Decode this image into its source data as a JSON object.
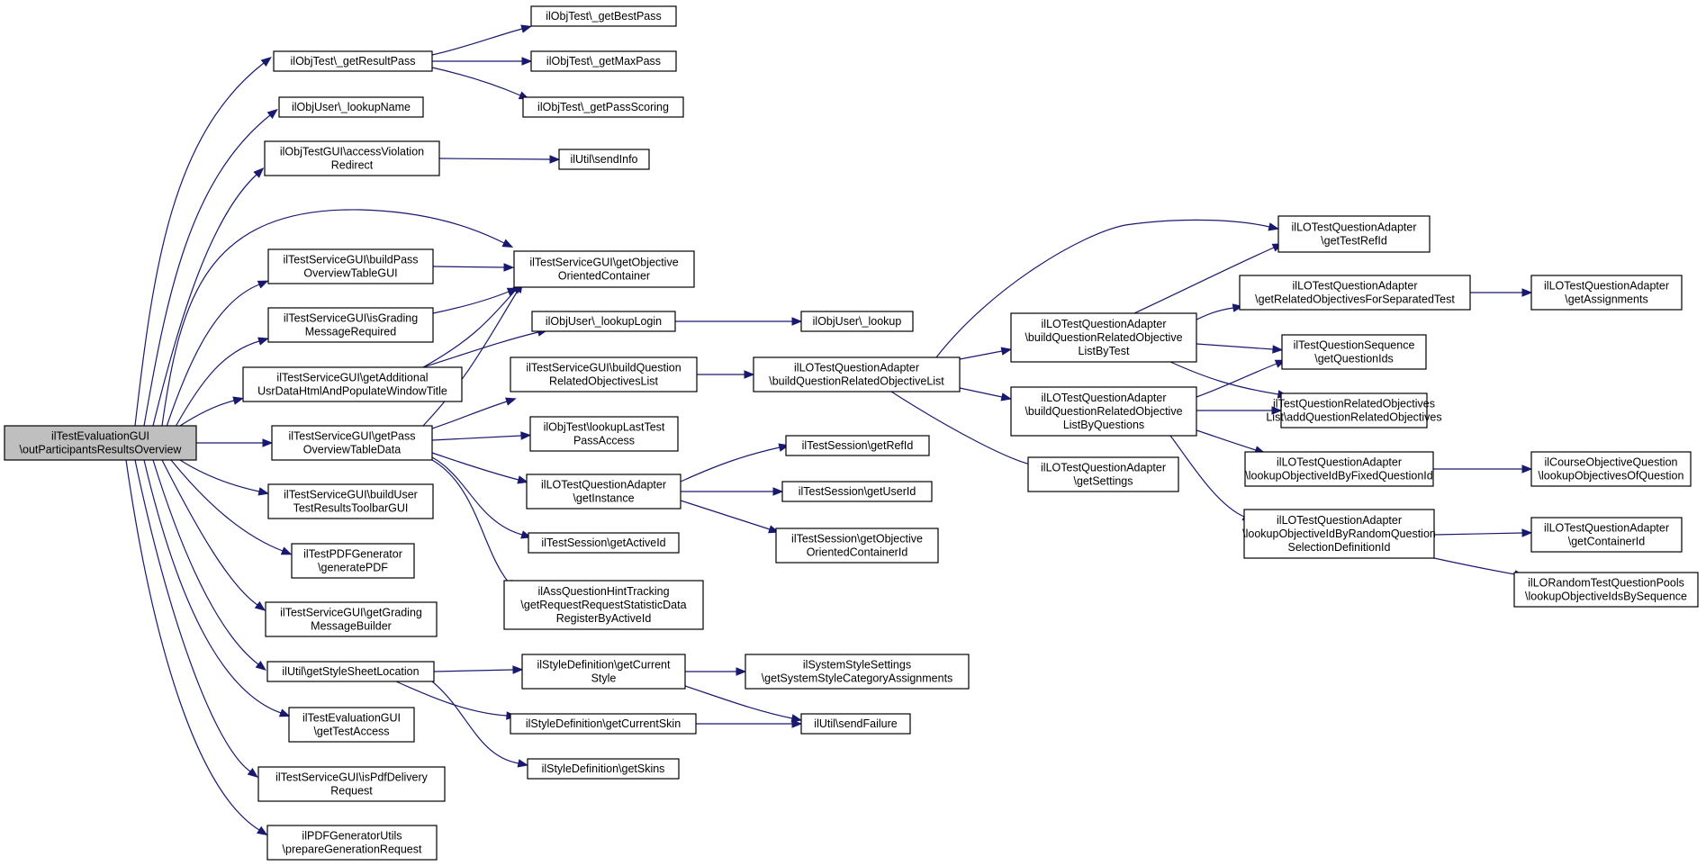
{
  "diagram": {
    "colors": {
      "edge": "#191970",
      "node_border": "#000000",
      "root_fill": "#bfbfbf",
      "node_fill": "#ffffff"
    },
    "nodes": [
      {
        "id": "root",
        "lines": [
          "ilTestEvaluationGUI",
          "\\outParticipantsResultsOverview"
        ]
      },
      {
        "id": "n1",
        "lines": [
          "ilObjTest\\_getResultPass"
        ]
      },
      {
        "id": "n2",
        "lines": [
          "ilObjUser\\_lookupName"
        ]
      },
      {
        "id": "n3",
        "lines": [
          "ilObjTestGUI\\accessViolation",
          "Redirect"
        ]
      },
      {
        "id": "n4",
        "lines": [
          "ilTestServiceGUI\\buildPass",
          "OverviewTableGUI"
        ]
      },
      {
        "id": "n5",
        "lines": [
          "ilTestServiceGUI\\isGrading",
          "MessageRequired"
        ]
      },
      {
        "id": "n6",
        "lines": [
          "ilTestServiceGUI\\getAdditional",
          "UsrDataHtmlAndPopulateWindowTitle"
        ]
      },
      {
        "id": "n7",
        "lines": [
          "ilTestServiceGUI\\getPass",
          "OverviewTableData"
        ]
      },
      {
        "id": "n8",
        "lines": [
          "ilTestServiceGUI\\buildUser",
          "TestResultsToolbarGUI"
        ]
      },
      {
        "id": "n9",
        "lines": [
          "ilTestPDFGenerator",
          "\\generatePDF"
        ]
      },
      {
        "id": "n10",
        "lines": [
          "ilTestServiceGUI\\getGrading",
          "MessageBuilder"
        ]
      },
      {
        "id": "n11",
        "lines": [
          "ilUtil\\getStyleSheetLocation"
        ]
      },
      {
        "id": "n12",
        "lines": [
          "ilTestEvaluationGUI",
          "\\getTestAccess"
        ]
      },
      {
        "id": "n13",
        "lines": [
          "ilTestServiceGUI\\isPdfDelivery",
          "Request"
        ]
      },
      {
        "id": "n14",
        "lines": [
          "ilPDFGeneratorUtils",
          "\\prepareGenerationRequest"
        ]
      },
      {
        "id": "n15",
        "lines": [
          "ilObjTest\\_getBestPass"
        ]
      },
      {
        "id": "n16",
        "lines": [
          "ilObjTest\\_getMaxPass"
        ]
      },
      {
        "id": "n17",
        "lines": [
          "ilObjTest\\_getPassScoring"
        ]
      },
      {
        "id": "n18",
        "lines": [
          "ilUtil\\sendInfo"
        ]
      },
      {
        "id": "n19",
        "lines": [
          "ilTestServiceGUI\\getObjective",
          "OrientedContainer"
        ]
      },
      {
        "id": "n20",
        "lines": [
          "ilObjUser\\_lookupLogin"
        ]
      },
      {
        "id": "n21",
        "lines": [
          "ilTestServiceGUI\\buildQuestion",
          "RelatedObjectivesList"
        ]
      },
      {
        "id": "n22",
        "lines": [
          "ilObjTest\\lookupLastTest",
          "PassAccess"
        ]
      },
      {
        "id": "n23",
        "lines": [
          "ilLOTestQuestionAdapter",
          "\\getInstance"
        ]
      },
      {
        "id": "n24",
        "lines": [
          "ilTestSession\\getActiveId"
        ]
      },
      {
        "id": "n25",
        "lines": [
          "ilAssQuestionHintTracking",
          "\\getRequestRequestStatisticData",
          "RegisterByActiveId"
        ]
      },
      {
        "id": "n26",
        "lines": [
          "ilStyleDefinition\\getCurrent",
          "Style"
        ]
      },
      {
        "id": "n27",
        "lines": [
          "ilStyleDefinition\\getCurrentSkin"
        ]
      },
      {
        "id": "n28",
        "lines": [
          "ilStyleDefinition\\getSkins"
        ]
      },
      {
        "id": "n29",
        "lines": [
          "ilObjUser\\_lookup"
        ]
      },
      {
        "id": "n30",
        "lines": [
          "ilLOTestQuestionAdapter",
          "\\buildQuestionRelatedObjectiveList"
        ]
      },
      {
        "id": "n31",
        "lines": [
          "ilTestSession\\getRefId"
        ]
      },
      {
        "id": "n32",
        "lines": [
          "ilTestSession\\getUserId"
        ]
      },
      {
        "id": "n33",
        "lines": [
          "ilTestSession\\getObjective",
          "OrientedContainerId"
        ]
      },
      {
        "id": "n34",
        "lines": [
          "ilSystemStyleSettings",
          "\\getSystemStyleCategoryAssignments"
        ]
      },
      {
        "id": "n35",
        "lines": [
          "ilUtil\\sendFailure"
        ]
      },
      {
        "id": "n36",
        "lines": [
          "ilLOTestQuestionAdapter",
          "\\buildQuestionRelatedObjective",
          "ListByTest"
        ]
      },
      {
        "id": "n37",
        "lines": [
          "ilLOTestQuestionAdapter",
          "\\buildQuestionRelatedObjective",
          "ListByQuestions"
        ]
      },
      {
        "id": "n38",
        "lines": [
          "ilLOTestQuestionAdapter",
          "\\getSettings"
        ]
      },
      {
        "id": "n39",
        "lines": [
          "ilLOTestQuestionAdapter",
          "\\getTestRefId"
        ]
      },
      {
        "id": "n40",
        "lines": [
          "ilLOTestQuestionAdapter",
          "\\getRelatedObjectivesForSeparatedTest"
        ]
      },
      {
        "id": "n41",
        "lines": [
          "ilTestQuestionSequence",
          "\\getQuestionIds"
        ]
      },
      {
        "id": "n42",
        "lines": [
          "ilTestQuestionRelatedObjectives",
          "List\\addQuestionRelatedObjectives"
        ]
      },
      {
        "id": "n43",
        "lines": [
          "ilLOTestQuestionAdapter",
          "\\lookupObjectiveIdByFixedQuestionId"
        ]
      },
      {
        "id": "n44",
        "lines": [
          "ilLOTestQuestionAdapter",
          "\\lookupObjectiveIdByRandomQuestion",
          "SelectionDefinitionId"
        ]
      },
      {
        "id": "n45",
        "lines": [
          "ilLOTestQuestionAdapter",
          "\\getAssignments"
        ]
      },
      {
        "id": "n46",
        "lines": [
          "ilCourseObjectiveQuestion",
          "\\lookupObjectivesOfQuestion"
        ]
      },
      {
        "id": "n47",
        "lines": [
          "ilLOTestQuestionAdapter",
          "\\getContainerId"
        ]
      },
      {
        "id": "n48",
        "lines": [
          "ilLORandomTestQuestionPools",
          "\\lookupObjectiveIdsBySequence"
        ]
      }
    ],
    "edges": [
      [
        "root",
        "n1"
      ],
      [
        "root",
        "n2"
      ],
      [
        "root",
        "n3"
      ],
      [
        "root",
        "n19"
      ],
      [
        "root",
        "n4"
      ],
      [
        "root",
        "n5"
      ],
      [
        "root",
        "n6"
      ],
      [
        "root",
        "n7"
      ],
      [
        "root",
        "n8"
      ],
      [
        "root",
        "n9"
      ],
      [
        "root",
        "n10"
      ],
      [
        "root",
        "n11"
      ],
      [
        "root",
        "n12"
      ],
      [
        "root",
        "n13"
      ],
      [
        "root",
        "n14"
      ],
      [
        "n1",
        "n15"
      ],
      [
        "n1",
        "n16"
      ],
      [
        "n1",
        "n17"
      ],
      [
        "n3",
        "n18"
      ],
      [
        "n4",
        "n19"
      ],
      [
        "n5",
        "n19"
      ],
      [
        "n6",
        "n19"
      ],
      [
        "n6",
        "n20"
      ],
      [
        "n7",
        "n19"
      ],
      [
        "n20",
        "n29"
      ],
      [
        "n7",
        "n21"
      ],
      [
        "n7",
        "n22"
      ],
      [
        "n7",
        "n23"
      ],
      [
        "n7",
        "n24"
      ],
      [
        "n7",
        "n25"
      ],
      [
        "n21",
        "n30"
      ],
      [
        "n23",
        "n31"
      ],
      [
        "n23",
        "n32"
      ],
      [
        "n23",
        "n33"
      ],
      [
        "n11",
        "n26"
      ],
      [
        "n11",
        "n27"
      ],
      [
        "n11",
        "n28"
      ],
      [
        "n26",
        "n34"
      ],
      [
        "n26",
        "n35"
      ],
      [
        "n27",
        "n35"
      ],
      [
        "n30",
        "n39"
      ],
      [
        "n30",
        "n36"
      ],
      [
        "n30",
        "n37"
      ],
      [
        "n30",
        "n38"
      ],
      [
        "n36",
        "n39"
      ],
      [
        "n36",
        "n40"
      ],
      [
        "n36",
        "n41"
      ],
      [
        "n36",
        "n42"
      ],
      [
        "n37",
        "n41"
      ],
      [
        "n37",
        "n42"
      ],
      [
        "n37",
        "n43"
      ],
      [
        "n37",
        "n44"
      ],
      [
        "n40",
        "n45"
      ],
      [
        "n43",
        "n46"
      ],
      [
        "n44",
        "n47"
      ],
      [
        "n44",
        "n48"
      ]
    ]
  }
}
